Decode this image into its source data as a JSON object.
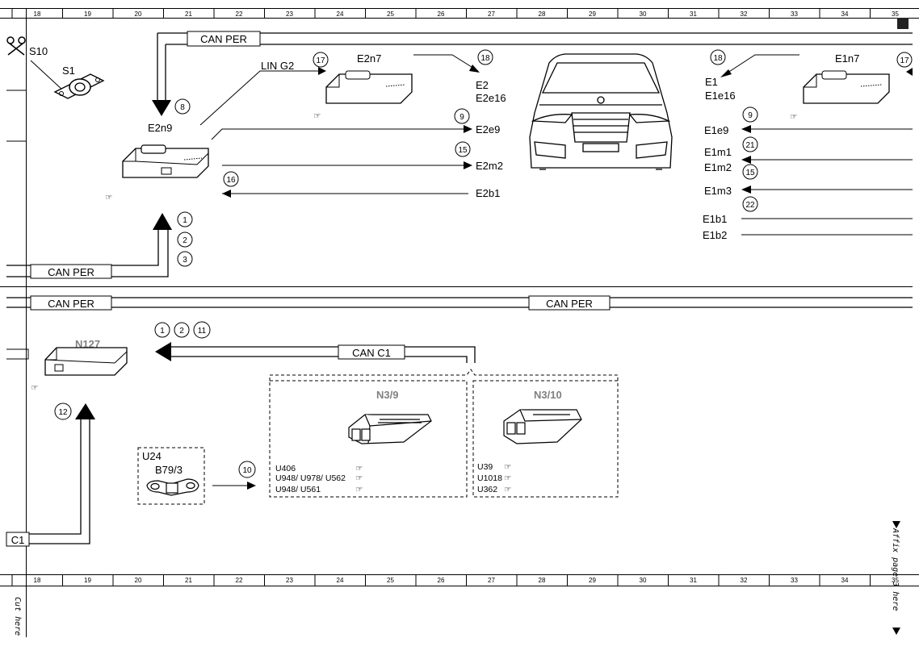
{
  "grid": {
    "columns": [
      "18",
      "19",
      "20",
      "21",
      "22",
      "23",
      "24",
      "25",
      "26",
      "27",
      "28",
      "29",
      "30",
      "31",
      "32",
      "33",
      "34",
      "35"
    ]
  },
  "buses": {
    "can_per": "CAN PER",
    "can_c1": "CAN C1",
    "c1": "C1",
    "lin_g2": "LIN G2"
  },
  "components": {
    "s10": "S10",
    "s1": "S1",
    "e2n9": "E2n9",
    "e2n7": "E2n7",
    "e1n7": "E1n7",
    "n127": "N127",
    "u24": "U24",
    "b79_3": "B79/3",
    "n3_9": "N3/9",
    "n3_10": "N3/10"
  },
  "circles": {
    "c8": "8",
    "c17a": "17",
    "c18a": "18",
    "c9a": "9",
    "c15a": "15",
    "c16": "16",
    "c1": "1",
    "c2": "2",
    "c3": "3",
    "c18b": "18",
    "c17b": "17",
    "c9b": "9",
    "c21": "21",
    "c15b": "15",
    "c22": "22",
    "n1": "1",
    "n2": "2",
    "n11": "11",
    "c12": "12",
    "c10": "10"
  },
  "signals_right_left": {
    "e2": "E2",
    "e2e16": "E2e16",
    "e2e9": "E2e9",
    "e2m2": "E2m2",
    "e2b1": "E2b1"
  },
  "signals_right_right": {
    "e1": "E1",
    "e1e16": "E1e16",
    "e1e9": "E1e9",
    "e1m1": "E1m1",
    "e1m2": "E1m2",
    "e1m3": "E1m3",
    "e1b1": "E1b1",
    "e1b2": "E1b2"
  },
  "variants_n3_9": [
    {
      "code": "U406"
    },
    {
      "code": "U948/ U978/ U562"
    },
    {
      "code": "U948/ U561"
    }
  ],
  "variants_n3_10": [
    {
      "code": "U39"
    },
    {
      "code": "U1018"
    },
    {
      "code": "U362"
    }
  ],
  "margin_notes": {
    "cut_here": "Cut here",
    "affix": "Affix page 3 here"
  }
}
